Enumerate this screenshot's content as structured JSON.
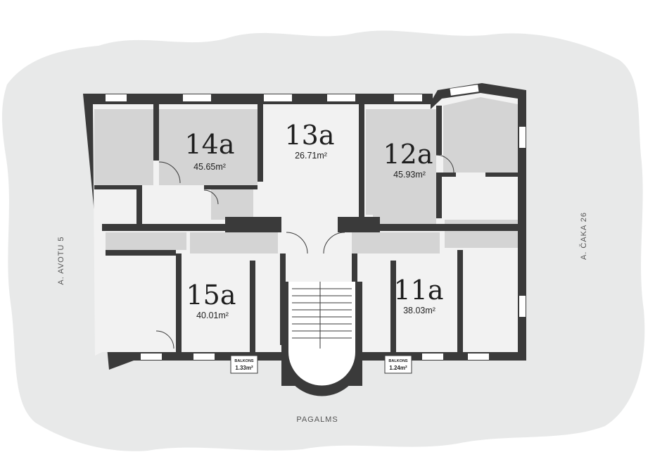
{
  "apartments": [
    {
      "id": "14a",
      "area": "45.65m²"
    },
    {
      "id": "13a",
      "area": "26.71m²"
    },
    {
      "id": "12a",
      "area": "45.93m²"
    },
    {
      "id": "15a",
      "area": "40.01m²"
    },
    {
      "id": "11a",
      "area": "38.03m²"
    }
  ],
  "streets": {
    "left": "A. AVOTU 5",
    "right": "A. ČAKA 26",
    "bottom": "PAGALMS"
  },
  "balconies": [
    {
      "label": "BALKONS",
      "area": "1.33m²"
    },
    {
      "label": "BALKONS",
      "area": "1.24m²"
    }
  ],
  "colors": {
    "wall": "#3a3a3a",
    "room_fill": "#d4d4d4",
    "background_cloud": "#e8e9e9"
  }
}
